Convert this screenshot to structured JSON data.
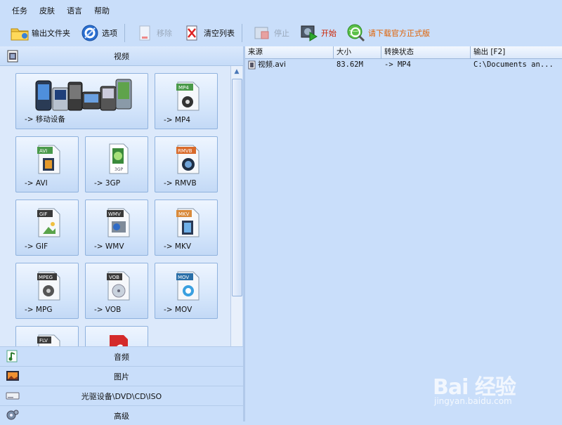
{
  "menu": [
    "任务",
    "皮肤",
    "语言",
    "帮助"
  ],
  "toolbar": {
    "output_folder": "输出文件夹",
    "options": "选项",
    "remove": "移除",
    "clear_list": "清空列表",
    "stop": "停止",
    "start": "开始",
    "download": "请下载官方正式版"
  },
  "left": {
    "video_header": "视频",
    "tiles": [
      {
        "label": "-> 移动设备",
        "badge": ""
      },
      {
        "label": "-> MP4",
        "badge": "MP4"
      },
      {
        "label": "-> AVI",
        "badge": "AVI"
      },
      {
        "label": "-> 3GP",
        "badge": "3GP"
      },
      {
        "label": "-> RMVB",
        "badge": "RMVB"
      },
      {
        "label": "-> GIF",
        "badge": "GIF"
      },
      {
        "label": "-> WMV",
        "badge": "WMV"
      },
      {
        "label": "-> MKV",
        "badge": "MKV"
      },
      {
        "label": "-> MPG",
        "badge": "MPEG"
      },
      {
        "label": "-> VOB",
        "badge": "VOB"
      },
      {
        "label": "-> MOV",
        "badge": "MOV"
      },
      {
        "label": "",
        "badge": "FLV"
      },
      {
        "label": "",
        "badge": ""
      }
    ],
    "categories": [
      "音频",
      "图片",
      "光驱设备\\DVD\\CD\\ISO",
      "高级"
    ]
  },
  "table": {
    "headers": [
      "来源",
      "大小",
      "转换状态",
      "输出 [F2]"
    ],
    "rows": [
      {
        "source": "视频.avi",
        "size": "83.62M",
        "status": "-> MP4",
        "output": "C:\\Documents an..."
      }
    ]
  },
  "watermark": {
    "main": "Bai 经验",
    "sub": "jingyan.baidu.com"
  },
  "colors": {
    "bg": "#c9defa",
    "accent_orange": "#e06000"
  }
}
